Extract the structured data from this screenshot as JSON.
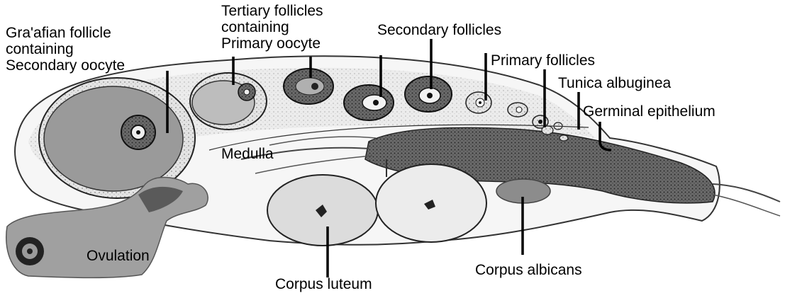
{
  "labels": {
    "graafian_line1": "Gra'afian follicle",
    "graafian_line2": "containing",
    "graafian_line3": "Secondary oocyte",
    "tertiary_line1": "Tertiary follicles",
    "tertiary_line2": "containing",
    "tertiary_line3": "Primary oocyte",
    "secondary_follicles": "Secondary follicles",
    "primary_follicles": "Primary follicles",
    "tunica_albuginea": "Tunica albuginea",
    "germinal_epithelium": "Germinal epithelium",
    "medulla": "Medulla",
    "ovulation": "Ovulation",
    "corpus_luteum": "Corpus luteum",
    "corpus_albicans": "Corpus albicans"
  }
}
